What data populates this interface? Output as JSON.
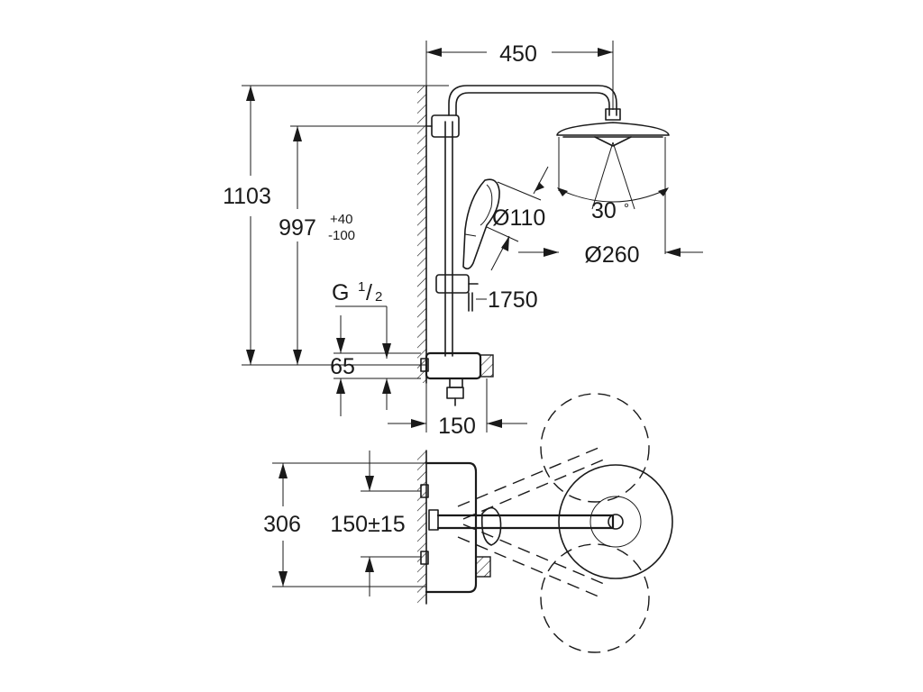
{
  "dimensions": {
    "width_top": "450",
    "total_height": "1103",
    "height": "997",
    "height_tol_plus": "+40",
    "height_tol_minus": "-100",
    "thread_main": "G ",
    "thread_num": "1",
    "thread_sep": "/",
    "thread_den": "2",
    "handshower_dia": "Ø110",
    "angle": "30",
    "angle_unit": "°",
    "head_dia": "Ø260",
    "hose_length": "1750",
    "thermostat_height": "65",
    "thermostat_depth": "150",
    "plan_width": "306",
    "connection_spacing": "150±15"
  }
}
